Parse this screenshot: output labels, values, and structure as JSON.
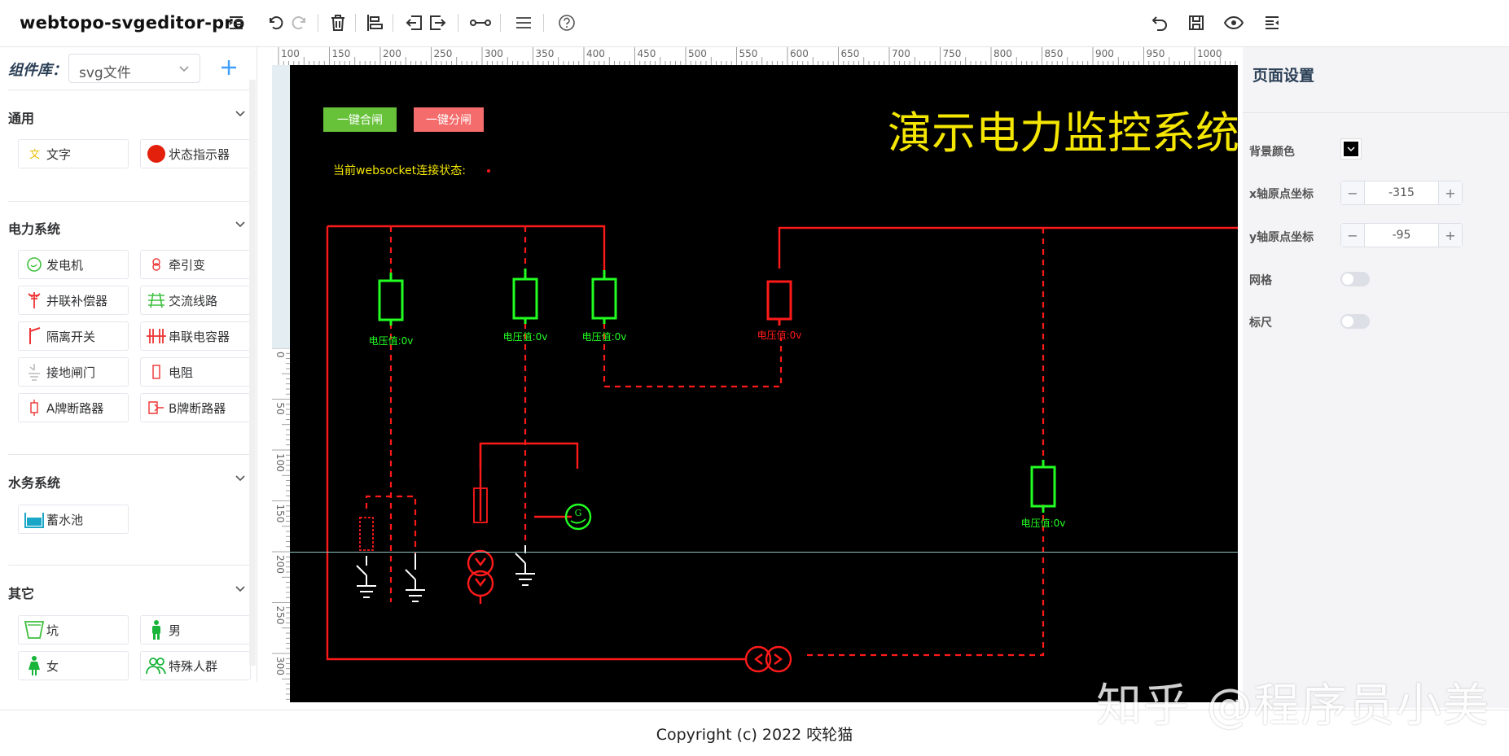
{
  "app": {
    "title": "webtopo-svgeditor-pro"
  },
  "toolbar": {
    "icons": [
      "indent-icon",
      "undo-icon",
      "redo-icon",
      "delete-icon",
      "align-left-icon",
      "move-left-icon",
      "move-right-icon",
      "connect-line-icon",
      "menu-icon",
      "help-icon",
      "undo-right-icon",
      "save-icon",
      "preview-icon",
      "outdent-icon"
    ]
  },
  "sidebar": {
    "library_label": "组件库：",
    "library_select": "svg文件",
    "groups": [
      {
        "title": "通用",
        "items": [
          {
            "label": "文字",
            "icon": "text-icon"
          },
          {
            "label": "状态指示器",
            "icon": "status-indicator-icon"
          }
        ]
      },
      {
        "title": "电力系统",
        "items": [
          {
            "label": "发电机",
            "icon": "generator-icon"
          },
          {
            "label": "牵引变",
            "icon": "traction-transformer-icon"
          },
          {
            "label": "并联补偿器",
            "icon": "parallel-compensator-icon"
          },
          {
            "label": "交流线路",
            "icon": "ac-line-icon"
          },
          {
            "label": "隔离开关",
            "icon": "isolating-switch-icon"
          },
          {
            "label": "串联电容器",
            "icon": "series-capacitor-icon"
          },
          {
            "label": "接地闸门",
            "icon": "grounding-switch-icon"
          },
          {
            "label": "电阻",
            "icon": "resistor-icon"
          },
          {
            "label": "A牌断路器",
            "icon": "breaker-a-icon"
          },
          {
            "label": "B牌断路器",
            "icon": "breaker-b-icon"
          }
        ]
      },
      {
        "title": "水务系统",
        "items": [
          {
            "label": "蓄水池",
            "icon": "reservoir-icon"
          }
        ]
      },
      {
        "title": "其它",
        "items": [
          {
            "label": "坑",
            "icon": "pit-icon"
          },
          {
            "label": "男",
            "icon": "male-icon"
          },
          {
            "label": "女",
            "icon": "female-icon"
          },
          {
            "label": "特殊人群",
            "icon": "special-group-icon"
          }
        ]
      }
    ]
  },
  "canvas": {
    "title": "演示电力监控系统",
    "btn_close": "一键合闸",
    "btn_open": "一键分闸",
    "ws_status": "当前websocket连接状态:",
    "voltage_label": "电压值:0v",
    "generator_mark": "G",
    "ruler_top": [
      "100",
      "150",
      "200",
      "250",
      "300",
      "350",
      "400",
      "450",
      "500",
      "550",
      "600",
      "650",
      "700",
      "750",
      "800",
      "850",
      "900",
      "950",
      "1000"
    ],
    "ruler_left": [
      "0",
      "50",
      "100",
      "150",
      "200",
      "250",
      "300"
    ]
  },
  "rightpanel": {
    "title": "页面设置",
    "bg_color_label": "背景颜色",
    "x_origin_label": "x轴原点坐标",
    "x_origin_value": "-315",
    "y_origin_label": "y轴原点坐标",
    "y_origin_value": "-95",
    "grid_label": "网格",
    "ruler_label": "标尺"
  },
  "footer": {
    "copyright": "Copyright (c) 2022  咬轮猫"
  },
  "watermark": {
    "text": "知乎 @程序员小美"
  },
  "colors": {
    "green": "#22ff22",
    "red": "#ff1a1a",
    "yellow": "#f4e600",
    "btn_green": "#67c23a",
    "btn_red": "#f56c6c"
  }
}
